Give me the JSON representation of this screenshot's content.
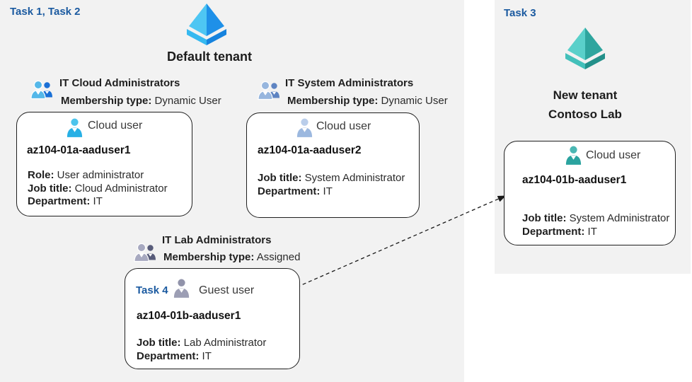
{
  "colors": {
    "task_label_blue": "#1b5aa0",
    "region_background_gray": "#f2f2f2",
    "card_border_black": "#1f1f1f",
    "default_tenant_icon_blue": "#1e90e8",
    "new_tenant_icon_teal": "#2ea59e",
    "cloud_user_icon_cyan": "#27b0e5",
    "cloud_user_icon_steel": "#9cb8df",
    "guest_user_icon_gray": "#9c9eb4"
  },
  "main_region": {
    "task_label": "Task 1, Task 2",
    "tenant_name": "Default tenant",
    "groups": [
      {
        "title": "IT Cloud Administrators",
        "membership_label": "Membership type:",
        "membership_value": "Dynamic User"
      },
      {
        "title": "IT System Administrators",
        "membership_label": "Membership type:",
        "membership_value": "Dynamic User"
      },
      {
        "title": "IT Lab Administrators",
        "membership_label": "Membership type:",
        "membership_value": "Assigned"
      }
    ],
    "cards": [
      {
        "user_type_label": "Cloud user",
        "username": "az104-01a-aaduser1",
        "fields": [
          {
            "label": "Role:",
            "value": "User administrator"
          },
          {
            "label": "Job title:",
            "value": "Cloud Administrator"
          },
          {
            "label": "Department:",
            "value": "IT"
          }
        ]
      },
      {
        "user_type_label": "Cloud user",
        "username": "az104-01a-aaduser2",
        "fields": [
          {
            "label": "Job title:",
            "value": "System Administrator"
          },
          {
            "label": "Department:",
            "value": "IT"
          }
        ]
      },
      {
        "task_label": "Task 4",
        "user_type_label": "Guest user",
        "username": "az104-01b-aaduser1",
        "fields": [
          {
            "label": "Job title:",
            "value": "Lab Administrator"
          },
          {
            "label": "Department:",
            "value": "IT"
          }
        ]
      }
    ]
  },
  "new_tenant_region": {
    "task_label": "Task 3",
    "tenant_name_line1": "New tenant",
    "tenant_name_line2": "Contoso Lab",
    "card": {
      "user_type_label": "Cloud user",
      "username": "az104-01b-aaduser1",
      "fields": [
        {
          "label": "Job title:",
          "value": "System Administrator"
        },
        {
          "label": "Department:",
          "value": "IT"
        }
      ]
    }
  }
}
